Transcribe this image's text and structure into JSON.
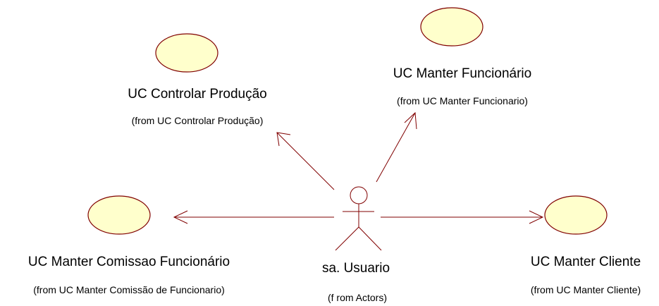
{
  "use_cases": [
    {
      "id": "controlar-producao",
      "name": "UC Controlar Produção",
      "from": "(from UC Controlar Produção)"
    },
    {
      "id": "manter-funcionario",
      "name": "UC Manter Funcionário",
      "from": "(from UC Manter Funcionario)"
    },
    {
      "id": "manter-comissao",
      "name": "UC Manter Comissao Funcionário",
      "from": "(from UC Manter Comissão de Funcionario)"
    },
    {
      "id": "manter-cliente",
      "name": "UC Manter Cliente",
      "from": "(from UC Manter Cliente)"
    }
  ],
  "actor": {
    "name": "sa. Usuario",
    "from": "(f rom Actors)"
  },
  "colors": {
    "use_case_fill": "#ffffcc",
    "line": "#800000",
    "text": "#000000",
    "background": "#ffffff"
  }
}
